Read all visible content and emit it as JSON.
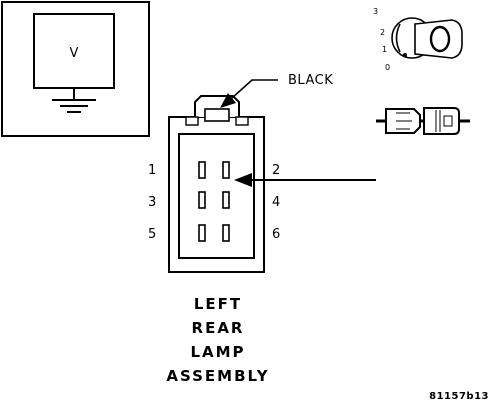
{
  "voltmeter": {
    "symbol": "V"
  },
  "ignition_switch": {
    "positions": [
      "3",
      "2",
      "1",
      "0"
    ]
  },
  "connector": {
    "color_label": "BLACK",
    "pin_labels_left": [
      "1",
      "3",
      "5"
    ],
    "pin_labels_right": [
      "2",
      "4",
      "6"
    ],
    "probe_pin": "2"
  },
  "component": {
    "lines": [
      "LEFT",
      "REAR",
      "LAMP",
      "ASSEMBLY"
    ]
  },
  "figure_id": "81157b13"
}
